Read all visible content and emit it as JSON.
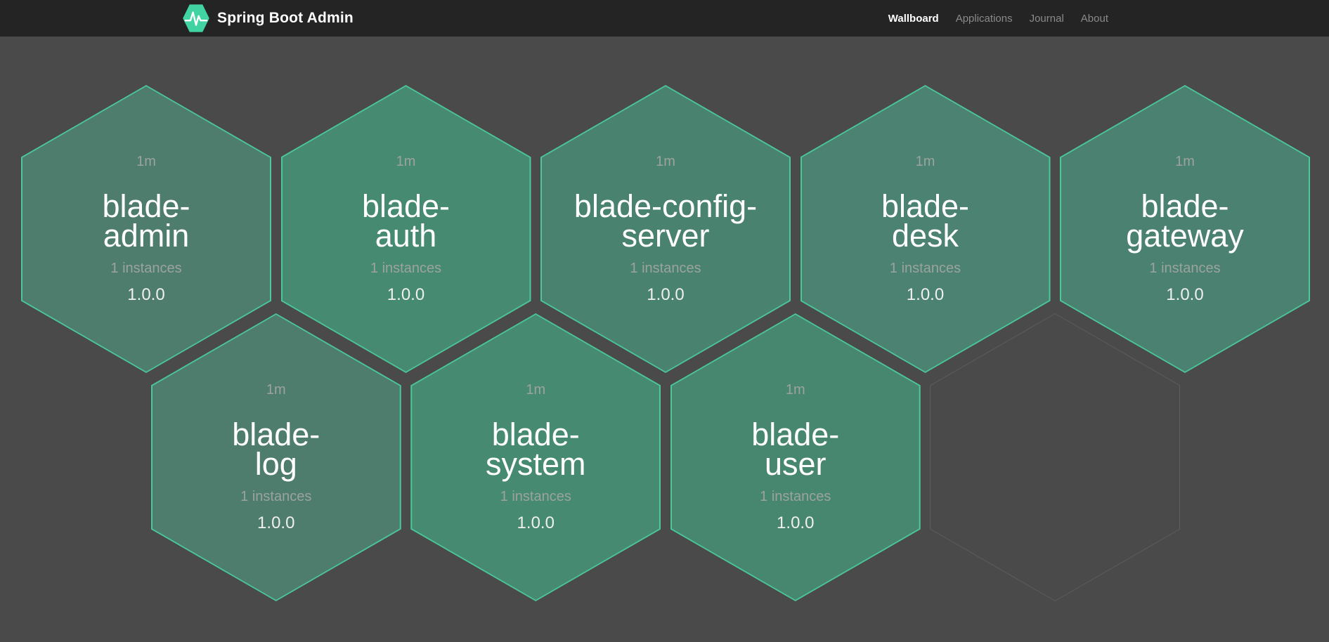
{
  "navbar": {
    "title": "Spring Boot Admin",
    "items": [
      {
        "label": "Wallboard",
        "active": true
      },
      {
        "label": "Applications",
        "active": false
      },
      {
        "label": "Journal",
        "active": false
      },
      {
        "label": "About",
        "active": false
      }
    ]
  },
  "colors": {
    "navbar_bg": "#242424",
    "page_bg": "#4a4a4a",
    "logo_green": "#42d3a2",
    "hex_border": "#4bc89a",
    "empty_hex_border": "#5e5e5e",
    "muted_text": "#9ca39e",
    "name_text": "#ffffff",
    "version_text": "#efefef"
  },
  "tiles": [
    {
      "name": "blade-admin",
      "name_lines": [
        "blade-",
        "admin"
      ],
      "uptime": "1m",
      "instances": "1 instances",
      "version": "1.0.0",
      "fill": "#4e7d6e",
      "row": 0,
      "col": 0
    },
    {
      "name": "blade-auth",
      "name_lines": [
        "blade-",
        "auth"
      ],
      "uptime": "1m",
      "instances": "1 instances",
      "version": "1.0.0",
      "fill": "#478a72",
      "row": 0,
      "col": 1
    },
    {
      "name": "blade-config-server",
      "name_lines": [
        "blade-config-",
        "server"
      ],
      "uptime": "1m",
      "instances": "1 instances",
      "version": "1.0.0",
      "fill": "#49836f",
      "row": 0,
      "col": 2
    },
    {
      "name": "blade-desk",
      "name_lines": [
        "blade-",
        "desk"
      ],
      "uptime": "1m",
      "instances": "1 instances",
      "version": "1.0.0",
      "fill": "#4b8271",
      "row": 0,
      "col": 3
    },
    {
      "name": "blade-gateway",
      "name_lines": [
        "blade-",
        "gateway"
      ],
      "uptime": "1m",
      "instances": "1 instances",
      "version": "1.0.0",
      "fill": "#4a8170",
      "row": 0,
      "col": 4
    },
    {
      "name": "blade-log",
      "name_lines": [
        "blade-",
        "log"
      ],
      "uptime": "1m",
      "instances": "1 instances",
      "version": "1.0.0",
      "fill": "#4e7d6e",
      "row": 1,
      "col": 0
    },
    {
      "name": "blade-system",
      "name_lines": [
        "blade-",
        "system"
      ],
      "uptime": "1m",
      "instances": "1 instances",
      "version": "1.0.0",
      "fill": "#478a72",
      "row": 1,
      "col": 1
    },
    {
      "name": "blade-user",
      "name_lines": [
        "blade-",
        "user"
      ],
      "uptime": "1m",
      "instances": "1 instances",
      "version": "1.0.0",
      "fill": "#48876f",
      "row": 1,
      "col": 2
    },
    {
      "type": "empty",
      "row": 1,
      "col": 3
    }
  ]
}
